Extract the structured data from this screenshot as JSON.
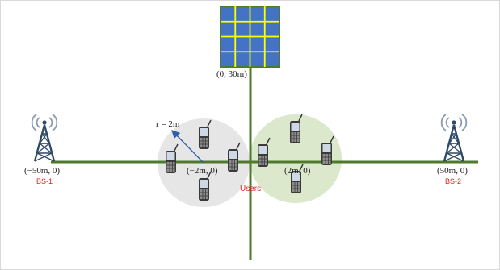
{
  "diagram": {
    "ris_coordinate": "(0, 30m)",
    "radius_label": "r = 2m",
    "bs1": {
      "coordinate": "(−50m, 0)",
      "label": "BS-1"
    },
    "bs2": {
      "coordinate": "(50m, 0)",
      "label": "BS-2"
    },
    "cluster_left_center": "(−2m, 0)",
    "cluster_right_center": "(2m, 0)",
    "users_label": "Users",
    "icons": {
      "base_station": "cell-tower-icon",
      "user": "mobile-phone-icon",
      "surface": "ris-panel-icon"
    },
    "colors": {
      "axis": "#4e7a2b",
      "left_cluster": "#e6e6e6",
      "right_cluster": "#dbe8cc",
      "panel_fill": "#4472c4",
      "panel_grid": "#ffff00",
      "panel_border": "#4e7a2b",
      "tower": "#2f4a66",
      "signal": "#8a9bb0",
      "arrow": "#2e5fa8",
      "label_red": "#e02020"
    }
  }
}
